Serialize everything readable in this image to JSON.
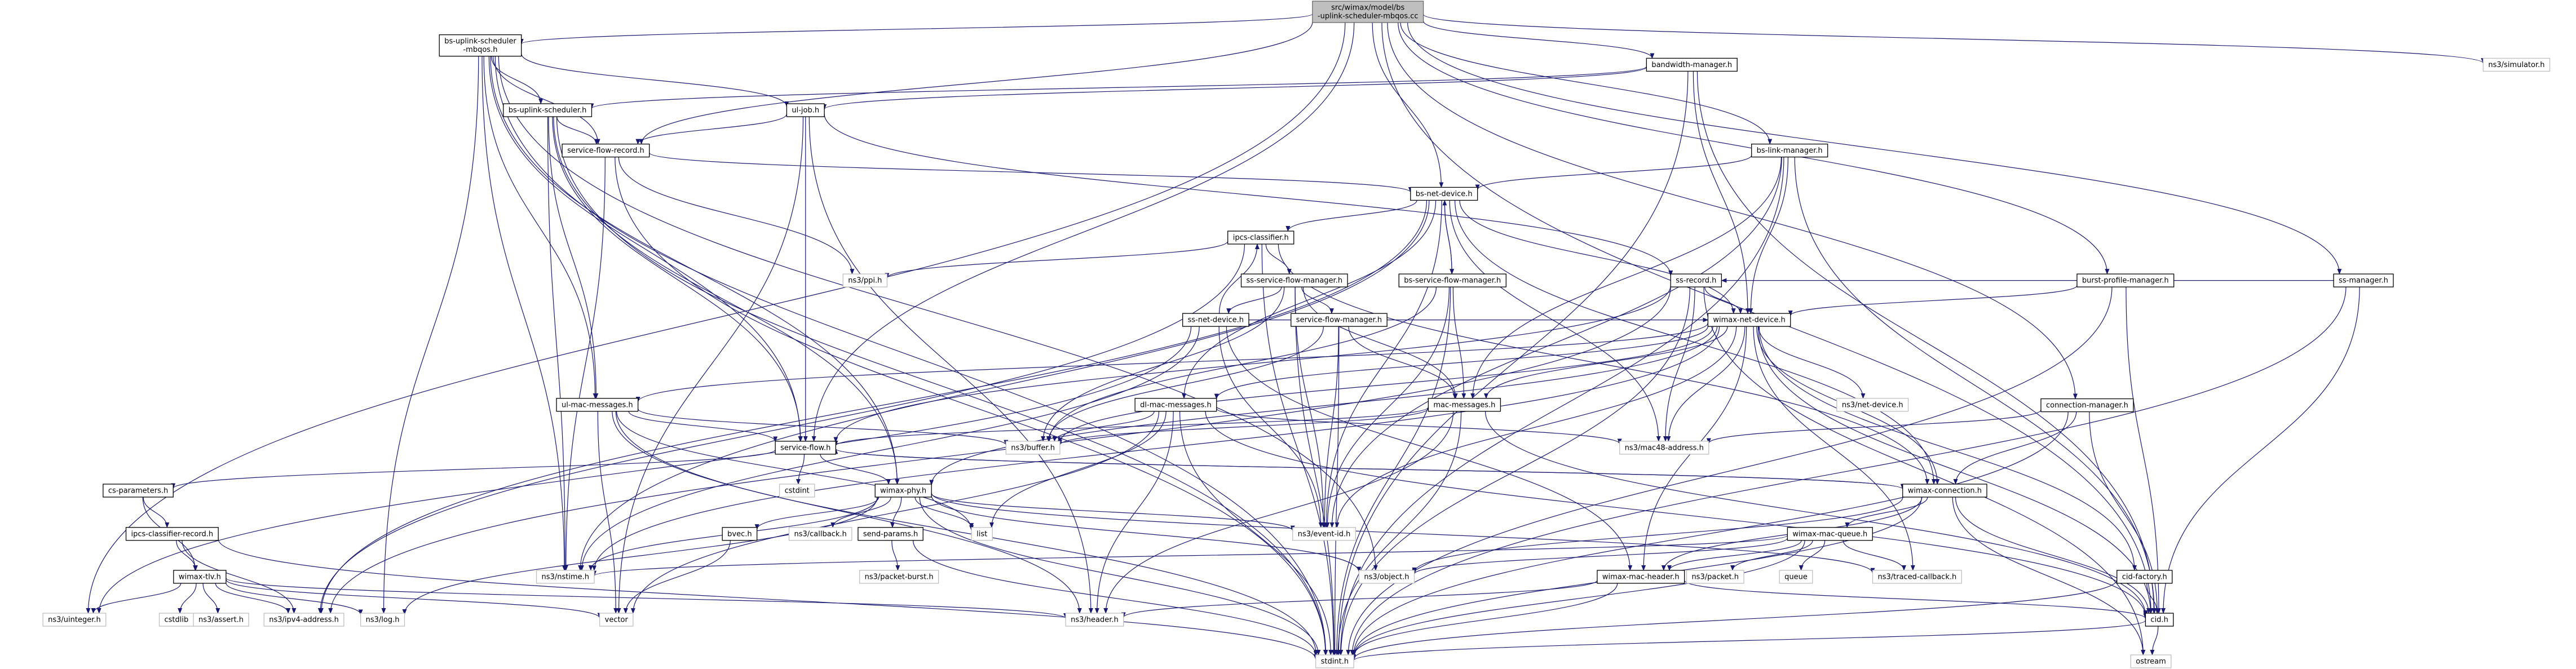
{
  "colors": {
    "root_fill": "#bfbfbf",
    "file_fill": "#ffffff",
    "linked_stroke": "#63b8ff",
    "external_stroke": "#bfbfbf",
    "edge": "#191970",
    "text": "#000000"
  },
  "nodes": [
    {
      "id": "root",
      "lines": [
        "src/wimax/model/bs",
        "-uplink-scheduler-mbqos.cc"
      ],
      "kind": "root"
    },
    {
      "id": "bs_uplink_sched_mbqos_h",
      "lines": [
        "bs-uplink-scheduler",
        "-mbqos.h"
      ],
      "kind": "linked"
    },
    {
      "id": "bandwidth_manager_h",
      "lines": [
        "bandwidth-manager.h"
      ],
      "kind": "linked"
    },
    {
      "id": "bs_uplink_scheduler_h",
      "lines": [
        "bs-uplink-scheduler.h"
      ],
      "kind": "linked"
    },
    {
      "id": "ul_job_h",
      "lines": [
        "ul-job.h"
      ],
      "kind": "linked"
    },
    {
      "id": "service_flow_record_h",
      "lines": [
        "service-flow-record.h"
      ],
      "kind": "linked"
    },
    {
      "id": "bs_link_manager_h",
      "lines": [
        "bs-link-manager.h"
      ],
      "kind": "linked"
    },
    {
      "id": "bs_net_device_h",
      "lines": [
        "bs-net-device.h"
      ],
      "kind": "linked"
    },
    {
      "id": "ipcs_classifier_h",
      "lines": [
        "ipcs-classifier.h"
      ],
      "kind": "linked"
    },
    {
      "id": "ss_service_flow_manager_h",
      "lines": [
        "ss-service-flow-manager.h"
      ],
      "kind": "linked"
    },
    {
      "id": "ss_net_device_h",
      "lines": [
        "ss-net-device.h"
      ],
      "kind": "linked"
    },
    {
      "id": "bs_service_flow_manager_h",
      "lines": [
        "bs-service-flow-manager.h"
      ],
      "kind": "linked"
    },
    {
      "id": "service_flow_manager_h",
      "lines": [
        "service-flow-manager.h"
      ],
      "kind": "linked"
    },
    {
      "id": "ss_record_h",
      "lines": [
        "ss-record.h"
      ],
      "kind": "linked"
    },
    {
      "id": "wimax_net_device_h",
      "lines": [
        "wimax-net-device.h"
      ],
      "kind": "linked"
    },
    {
      "id": "ss_manager_h",
      "lines": [
        "ss-manager.h"
      ],
      "kind": "linked"
    },
    {
      "id": "burst_profile_manager_h",
      "lines": [
        "burst-profile-manager.h"
      ],
      "kind": "linked"
    },
    {
      "id": "connection_manager_h",
      "lines": [
        "connection-manager.h"
      ],
      "kind": "linked"
    },
    {
      "id": "ul_mac_messages_h",
      "lines": [
        "ul-mac-messages.h"
      ],
      "kind": "linked"
    },
    {
      "id": "dl_mac_messages_h",
      "lines": [
        "dl-mac-messages.h"
      ],
      "kind": "linked"
    },
    {
      "id": "mac_messages_h",
      "lines": [
        "mac-messages.h"
      ],
      "kind": "linked"
    },
    {
      "id": "service_flow_h",
      "lines": [
        "service-flow.h"
      ],
      "kind": "linked"
    },
    {
      "id": "wimax_phy_h",
      "lines": [
        "wimax-phy.h"
      ],
      "kind": "linked"
    },
    {
      "id": "wimax_connection_h",
      "lines": [
        "wimax-connection.h"
      ],
      "kind": "linked"
    },
    {
      "id": "cs_parameters_h",
      "lines": [
        "cs-parameters.h"
      ],
      "kind": "linked"
    },
    {
      "id": "ipcs_classifier_record_h",
      "lines": [
        "ipcs-classifier-record.h"
      ],
      "kind": "linked"
    },
    {
      "id": "wimax_tlv_h",
      "lines": [
        "wimax-tlv.h"
      ],
      "kind": "linked"
    },
    {
      "id": "bvec_h",
      "lines": [
        "bvec.h"
      ],
      "kind": "linked"
    },
    {
      "id": "send_params_h",
      "lines": [
        "send-params.h"
      ],
      "kind": "linked"
    },
    {
      "id": "wimax_mac_queue_h",
      "lines": [
        "wimax-mac-queue.h"
      ],
      "kind": "linked"
    },
    {
      "id": "wimax_mac_header_h",
      "lines": [
        "wimax-mac-header.h"
      ],
      "kind": "linked"
    },
    {
      "id": "cid_factory_h",
      "lines": [
        "cid-factory.h"
      ],
      "kind": "linked"
    },
    {
      "id": "cid_h",
      "lines": [
        "cid.h"
      ],
      "kind": "linked"
    },
    {
      "id": "ns3_simulator_h",
      "lines": [
        "ns3/simulator.h"
      ],
      "kind": "external"
    },
    {
      "id": "ns3_ppi_h",
      "lines": [
        "ns3/ppi.h"
      ],
      "kind": "external"
    },
    {
      "id": "ns3_net_device_h",
      "lines": [
        "ns3/net-device.h"
      ],
      "kind": "external"
    },
    {
      "id": "ns3_mac48_address_h",
      "lines": [
        "ns3/mac48-address.h"
      ],
      "kind": "external"
    },
    {
      "id": "ns3_buffer_h",
      "lines": [
        "ns3/buffer.h"
      ],
      "kind": "external"
    },
    {
      "id": "cstdint",
      "lines": [
        "cstdint"
      ],
      "kind": "external"
    },
    {
      "id": "ns3_callback_h",
      "lines": [
        "ns3/callback.h"
      ],
      "kind": "external"
    },
    {
      "id": "list",
      "lines": [
        "list"
      ],
      "kind": "external"
    },
    {
      "id": "ns3_event_id_h",
      "lines": [
        "ns3/event-id.h"
      ],
      "kind": "external"
    },
    {
      "id": "ns3_nstime_h",
      "lines": [
        "ns3/nstime.h"
      ],
      "kind": "external"
    },
    {
      "id": "ns3_packet_burst_h",
      "lines": [
        "ns3/packet-burst.h"
      ],
      "kind": "external"
    },
    {
      "id": "ns3_object_h",
      "lines": [
        "ns3/object.h"
      ],
      "kind": "external"
    },
    {
      "id": "ns3_packet_h",
      "lines": [
        "ns3/packet.h"
      ],
      "kind": "external"
    },
    {
      "id": "queue",
      "lines": [
        "queue"
      ],
      "kind": "external"
    },
    {
      "id": "ns3_traced_callback_h",
      "lines": [
        "ns3/traced-callback.h"
      ],
      "kind": "external"
    },
    {
      "id": "ns3_uinteger_h",
      "lines": [
        "ns3/uinteger.h"
      ],
      "kind": "external"
    },
    {
      "id": "cstdlib",
      "lines": [
        "cstdlib"
      ],
      "kind": "external"
    },
    {
      "id": "ns3_assert_h",
      "lines": [
        "ns3/assert.h"
      ],
      "kind": "external"
    },
    {
      "id": "ns3_ipv4_address_h",
      "lines": [
        "ns3/ipv4-address.h"
      ],
      "kind": "external"
    },
    {
      "id": "ns3_log_h",
      "lines": [
        "ns3/log.h"
      ],
      "kind": "external"
    },
    {
      "id": "vector",
      "lines": [
        "vector"
      ],
      "kind": "external"
    },
    {
      "id": "ns3_header_h",
      "lines": [
        "ns3/header.h"
      ],
      "kind": "external"
    },
    {
      "id": "stdint_h",
      "lines": [
        "stdint.h"
      ],
      "kind": "external"
    },
    {
      "id": "ostream",
      "lines": [
        "ostream"
      ],
      "kind": "external"
    }
  ],
  "edges": [
    [
      "root",
      "bs_uplink_sched_mbqos_h"
    ],
    [
      "root",
      "bandwidth_manager_h"
    ],
    [
      "root",
      "bs_net_device_h"
    ],
    [
      "root",
      "bs_link_manager_h"
    ],
    [
      "root",
      "burst_profile_manager_h"
    ],
    [
      "root",
      "ss_manager_h"
    ],
    [
      "root",
      "connection_manager_h"
    ],
    [
      "root",
      "ns3_simulator_h"
    ],
    [
      "root",
      "service_flow_record_h"
    ],
    [
      "root",
      "service_flow_h"
    ],
    [
      "root",
      "cid_h"
    ],
    [
      "root",
      "ns3_uinteger_h"
    ],
    [
      "bs_uplink_sched_mbqos_h",
      "bs_uplink_scheduler_h"
    ],
    [
      "bs_uplink_sched_mbqos_h",
      "ul_job_h"
    ],
    [
      "bs_uplink_sched_mbqos_h",
      "service_flow_record_h"
    ],
    [
      "bs_uplink_sched_mbqos_h",
      "ul_mac_messages_h"
    ],
    [
      "bs_uplink_sched_mbqos_h",
      "service_flow_h"
    ],
    [
      "bs_uplink_sched_mbqos_h",
      "wimax_phy_h"
    ],
    [
      "bs_uplink_sched_mbqos_h",
      "ns3_nstime_h"
    ],
    [
      "bs_uplink_sched_mbqos_h",
      "ns3_log_h"
    ],
    [
      "bs_uplink_sched_mbqos_h",
      "ns3_object_h"
    ],
    [
      "bs_uplink_sched_mbqos_h",
      "stdint_h"
    ],
    [
      "bandwidth_manager_h",
      "bs_uplink_scheduler_h"
    ],
    [
      "bandwidth_manager_h",
      "ul_job_h"
    ],
    [
      "bandwidth_manager_h",
      "wimax_net_device_h"
    ],
    [
      "bandwidth_manager_h",
      "cid_h"
    ],
    [
      "bandwidth_manager_h",
      "stdint_h"
    ],
    [
      "bs_uplink_scheduler_h",
      "service_flow_record_h"
    ],
    [
      "bs_uplink_scheduler_h",
      "ul_mac_messages_h"
    ],
    [
      "bs_uplink_scheduler_h",
      "service_flow_h"
    ],
    [
      "bs_uplink_scheduler_h",
      "wimax_phy_h"
    ],
    [
      "bs_uplink_scheduler_h",
      "ns3_nstime_h"
    ],
    [
      "bs_uplink_scheduler_h",
      "stdint_h"
    ],
    [
      "ul_job_h",
      "service_flow_record_h"
    ],
    [
      "ul_job_h",
      "ss_record_h"
    ],
    [
      "ul_job_h",
      "service_flow_h"
    ],
    [
      "ul_job_h",
      "ns3_header_h"
    ],
    [
      "ul_job_h",
      "vector"
    ],
    [
      "service_flow_record_h",
      "bs_net_device_h"
    ],
    [
      "service_flow_record_h",
      "ns3_ppi_h"
    ],
    [
      "service_flow_record_h",
      "ns3_nstime_h"
    ],
    [
      "service_flow_record_h",
      "stdint_h"
    ],
    [
      "bs_link_manager_h",
      "bs_net_device_h"
    ],
    [
      "bs_link_manager_h",
      "mac_messages_h"
    ],
    [
      "bs_link_manager_h",
      "wimax_net_device_h"
    ],
    [
      "bs_link_manager_h",
      "ns3_event_id_h"
    ],
    [
      "bs_link_manager_h",
      "cid_h"
    ],
    [
      "bs_link_manager_h",
      "stdint_h"
    ],
    [
      "bs_net_device_h",
      "ipcs_classifier_h"
    ],
    [
      "bs_net_device_h",
      "bs_service_flow_manager_h"
    ],
    [
      "bs_net_device_h",
      "wimax_net_device_h"
    ],
    [
      "bs_net_device_h",
      "dl_mac_messages_h"
    ],
    [
      "bs_net_device_h",
      "ns3_mac48_address_h"
    ],
    [
      "bs_net_device_h",
      "wimax_connection_h"
    ],
    [
      "bs_net_device_h",
      "ns3_event_id_h"
    ],
    [
      "bs_net_device_h",
      "ns3_nstime_h"
    ],
    [
      "bs_net_device_h",
      "ns3_ipv4_address_h"
    ],
    [
      "ipcs_classifier_h",
      "ss_service_flow_manager_h"
    ],
    [
      "ipcs_classifier_h",
      "ns3_ppi_h"
    ],
    [
      "ipcs_classifier_h",
      "ns3_ipv4_address_h"
    ],
    [
      "ipcs_classifier_h",
      "wimax_connection_h"
    ],
    [
      "ipcs_classifier_h",
      "stdint_h"
    ],
    [
      "ss_service_flow_manager_h",
      "ss_net_device_h"
    ],
    [
      "ss_service_flow_manager_h",
      "service_flow_manager_h"
    ],
    [
      "ss_service_flow_manager_h",
      "mac_messages_h"
    ],
    [
      "ss_service_flow_manager_h",
      "ns3_buffer_h"
    ],
    [
      "ss_service_flow_manager_h",
      "ns3_event_id_h"
    ],
    [
      "ss_service_flow_manager_h",
      "stdint_h"
    ],
    [
      "ss_net_device_h",
      "ipcs_classifier_h"
    ],
    [
      "ss_net_device_h",
      "wimax_net_device_h"
    ],
    [
      "ss_net_device_h",
      "wimax_mac_header_h"
    ],
    [
      "ss_net_device_h",
      "ns3_event_id_h"
    ],
    [
      "ss_net_device_h",
      "ns3_nstime_h"
    ],
    [
      "ss_net_device_h",
      "ns3_uinteger_h"
    ],
    [
      "bs_service_flow_manager_h",
      "bs_net_device_h"
    ],
    [
      "bs_service_flow_manager_h",
      "mac_messages_h"
    ],
    [
      "bs_service_flow_manager_h",
      "ns3_buffer_h"
    ],
    [
      "bs_service_flow_manager_h",
      "ns3_event_id_h"
    ],
    [
      "bs_service_flow_manager_h",
      "stdint_h"
    ],
    [
      "service_flow_manager_h",
      "mac_messages_h"
    ],
    [
      "service_flow_manager_h",
      "ns3_buffer_h"
    ],
    [
      "service_flow_manager_h",
      "ns3_event_id_h"
    ],
    [
      "service_flow_manager_h",
      "stdint_h"
    ],
    [
      "ss_record_h",
      "wimax_net_device_h"
    ],
    [
      "ss_record_h",
      "service_flow_h"
    ],
    [
      "ss_record_h",
      "ns3_mac48_address_h"
    ],
    [
      "ss_record_h",
      "ns3_ipv4_address_h"
    ],
    [
      "ss_record_h",
      "ostream"
    ],
    [
      "ss_record_h",
      "stdint_h"
    ],
    [
      "ss_manager_h",
      "ss_record_h"
    ],
    [
      "ss_manager_h",
      "cid_h"
    ],
    [
      "ss_manager_h",
      "stdint_h"
    ],
    [
      "burst_profile_manager_h",
      "wimax_net_device_h"
    ],
    [
      "burst_profile_manager_h",
      "cid_h"
    ],
    [
      "burst_profile_manager_h",
      "stdint_h"
    ],
    [
      "connection_manager_h",
      "ns3_mac48_address_h"
    ],
    [
      "connection_manager_h",
      "wimax_connection_h"
    ],
    [
      "connection_manager_h",
      "cid_h"
    ],
    [
      "connection_manager_h",
      "stdint_h"
    ],
    [
      "wimax_net_device_h",
      "ul_mac_messages_h"
    ],
    [
      "wimax_net_device_h",
      "dl_mac_messages_h"
    ],
    [
      "wimax_net_device_h",
      "mac_messages_h"
    ],
    [
      "wimax_net_device_h",
      "ns3_net_device_h"
    ],
    [
      "wimax_net_device_h",
      "ns3_mac48_address_h"
    ],
    [
      "wimax_net_device_h",
      "ns3_buffer_h"
    ],
    [
      "wimax_net_device_h",
      "wimax_phy_h"
    ],
    [
      "wimax_net_device_h",
      "wimax_connection_h"
    ],
    [
      "wimax_net_device_h",
      "ns3_event_id_h"
    ],
    [
      "wimax_net_device_h",
      "ns3_nstime_h"
    ],
    [
      "wimax_net_device_h",
      "ns3_traced_callback_h"
    ],
    [
      "wimax_net_device_h",
      "wimax_mac_header_h"
    ],
    [
      "wimax_net_device_h",
      "cid_factory_h"
    ],
    [
      "wimax_net_device_h",
      "cid_h"
    ],
    [
      "ul_mac_messages_h",
      "ns3_buffer_h"
    ],
    [
      "ul_mac_messages_h",
      "service_flow_h"
    ],
    [
      "ul_mac_messages_h",
      "list"
    ],
    [
      "ul_mac_messages_h",
      "ns3_header_h"
    ],
    [
      "ul_mac_messages_h",
      "vector"
    ],
    [
      "ul_mac_messages_h",
      "stdint_h"
    ],
    [
      "dl_mac_messages_h",
      "ns3_buffer_h"
    ],
    [
      "dl_mac_messages_h",
      "ns3_header_h"
    ],
    [
      "dl_mac_messages_h",
      "vector"
    ],
    [
      "dl_mac_messages_h",
      "list"
    ],
    [
      "dl_mac_messages_h",
      "ns3_mac48_address_h"
    ],
    [
      "dl_mac_messages_h",
      "cid_h"
    ],
    [
      "dl_mac_messages_h",
      "stdint_h"
    ],
    [
      "mac_messages_h",
      "ns3_buffer_h"
    ],
    [
      "mac_messages_h",
      "service_flow_h"
    ],
    [
      "mac_messages_h",
      "ns3_header_h"
    ],
    [
      "mac_messages_h",
      "cid_h"
    ],
    [
      "mac_messages_h",
      "stdint_h"
    ],
    [
      "service_flow_h",
      "cs_parameters_h"
    ],
    [
      "service_flow_h",
      "wimax_phy_h"
    ],
    [
      "service_flow_h",
      "wimax_connection_h"
    ],
    [
      "service_flow_h",
      "cstdint"
    ],
    [
      "cs_parameters_h",
      "ipcs_classifier_record_h"
    ],
    [
      "cs_parameters_h",
      "wimax_tlv_h"
    ],
    [
      "ipcs_classifier_record_h",
      "wimax_tlv_h"
    ],
    [
      "ipcs_classifier_record_h",
      "ns3_ipv4_address_h"
    ],
    [
      "ipcs_classifier_record_h",
      "stdint_h"
    ],
    [
      "wimax_tlv_h",
      "ns3_uinteger_h"
    ],
    [
      "wimax_tlv_h",
      "cstdlib"
    ],
    [
      "wimax_tlv_h",
      "ns3_assert_h"
    ],
    [
      "wimax_tlv_h",
      "ns3_ipv4_address_h"
    ],
    [
      "wimax_tlv_h",
      "ns3_log_h"
    ],
    [
      "wimax_tlv_h",
      "ns3_header_h"
    ],
    [
      "wimax_tlv_h",
      "vector"
    ],
    [
      "wimax_phy_h",
      "bvec_h"
    ],
    [
      "wimax_phy_h",
      "send_params_h"
    ],
    [
      "wimax_phy_h",
      "ns3_callback_h"
    ],
    [
      "wimax_phy_h",
      "list"
    ],
    [
      "wimax_phy_h",
      "ns3_event_id_h"
    ],
    [
      "wimax_phy_h",
      "ns3_nstime_h"
    ],
    [
      "wimax_phy_h",
      "ns3_log_h"
    ],
    [
      "wimax_phy_h",
      "ns3_object_h"
    ],
    [
      "wimax_phy_h",
      "ns3_traced_callback_h"
    ],
    [
      "wimax_phy_h",
      "stdint_h"
    ],
    [
      "bvec_h",
      "vector"
    ],
    [
      "send_params_h",
      "ns3_packet_burst_h"
    ],
    [
      "send_params_h",
      "stdint_h"
    ],
    [
      "wimax_connection_h",
      "service_flow_h"
    ],
    [
      "wimax_connection_h",
      "wimax_mac_queue_h"
    ],
    [
      "wimax_connection_h",
      "wimax_mac_header_h"
    ],
    [
      "wimax_connection_h",
      "ns3_object_h"
    ],
    [
      "wimax_connection_h",
      "cid_h"
    ],
    [
      "wimax_connection_h",
      "ostream"
    ],
    [
      "wimax_connection_h",
      "stdint_h"
    ],
    [
      "wimax_mac_queue_h",
      "wimax_mac_header_h"
    ],
    [
      "wimax_mac_queue_h",
      "ns3_packet_h"
    ],
    [
      "wimax_mac_queue_h",
      "queue"
    ],
    [
      "wimax_mac_queue_h",
      "ns3_object_h"
    ],
    [
      "wimax_mac_queue_h",
      "ns3_traced_callback_h"
    ],
    [
      "wimax_mac_queue_h",
      "ns3_nstime_h"
    ],
    [
      "wimax_mac_queue_h",
      "stdint_h"
    ],
    [
      "wimax_mac_header_h",
      "ns3_header_h"
    ],
    [
      "wimax_mac_header_h",
      "cid_h"
    ],
    [
      "wimax_mac_header_h",
      "stdint_h"
    ],
    [
      "cid_factory_h",
      "cid_h"
    ],
    [
      "cid_factory_h",
      "stdint_h"
    ],
    [
      "cid_h",
      "ostream"
    ],
    [
      "cid_h",
      "stdint_h"
    ]
  ]
}
